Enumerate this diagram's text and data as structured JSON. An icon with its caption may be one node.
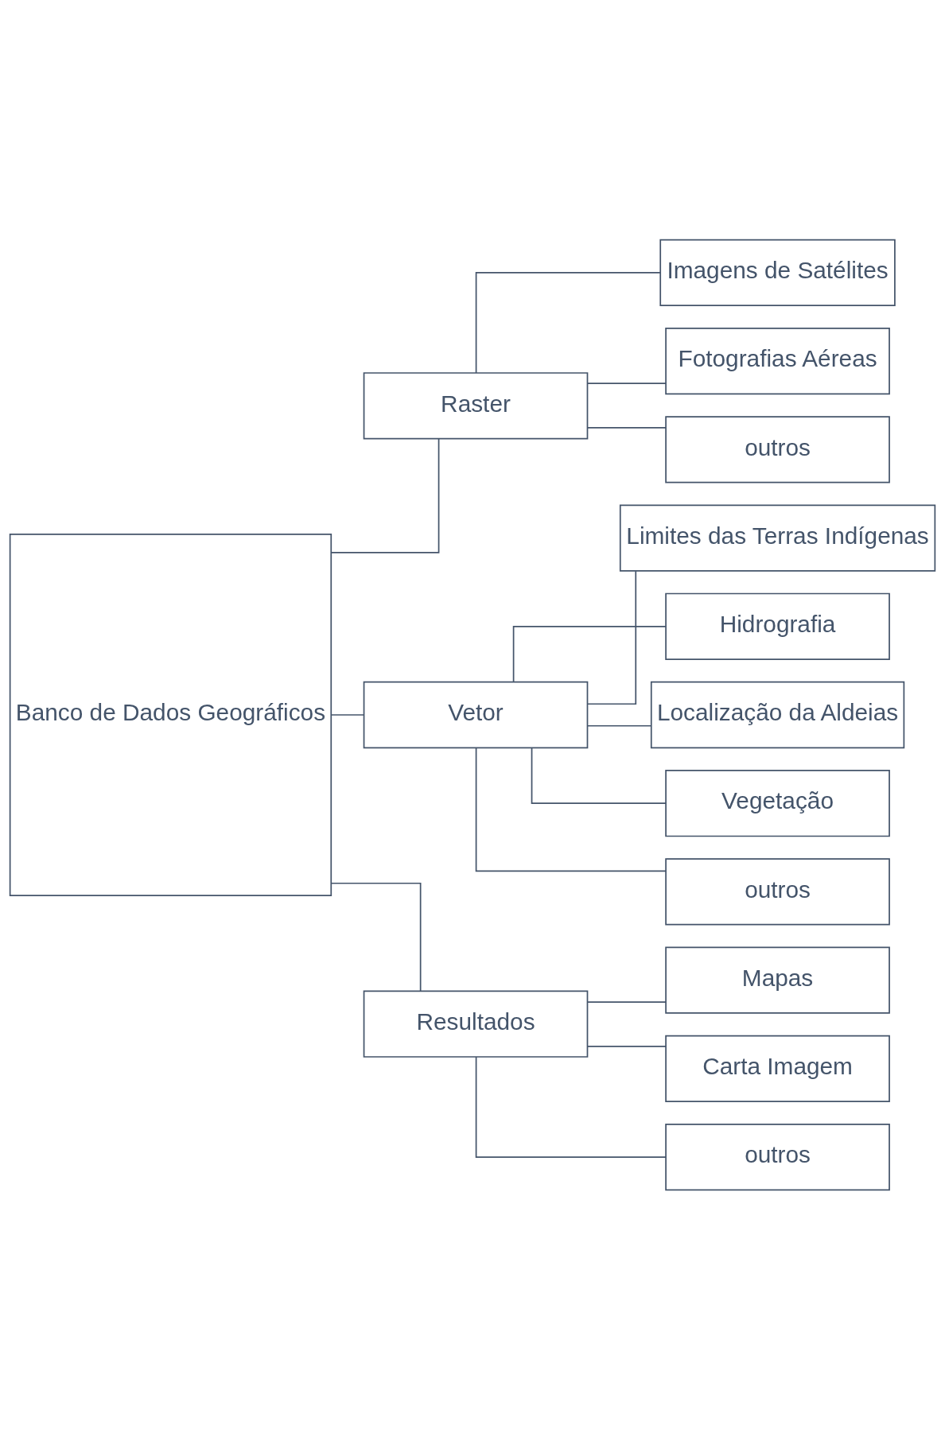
{
  "diagram": {
    "nodes": [
      {
        "text": [
          "Banco de Dados Geográficos"
        ]
      },
      {
        "text": [
          "Raster"
        ]
      },
      {
        "text": [
          "Imagens de Satélites"
        ]
      },
      {
        "text": [
          "Fotografias Aéreas"
        ]
      },
      {
        "text": [
          "outros"
        ]
      },
      {
        "text": [
          "Vetor"
        ]
      },
      {
        "text": [
          "Limites das Terras Indígenas"
        ]
      },
      {
        "text": [
          "Hidrografia"
        ]
      },
      {
        "text": [
          "Localização da Aldeias"
        ]
      },
      {
        "text": [
          "Vegetação"
        ]
      },
      {
        "text": [
          "outros"
        ]
      },
      {
        "text": [
          "Resultados"
        ]
      },
      {
        "text": [
          "Mapas"
        ]
      },
      {
        "text": [
          "Carta Imagem"
        ]
      },
      {
        "text": [
          "outros"
        ]
      }
    ],
    "edges": [
      {
        "from": 0,
        "to": 1,
        "arrow": "none"
      },
      {
        "from": 0,
        "to": 5,
        "arrow": "none"
      },
      {
        "from": 0,
        "to": 11,
        "arrow": "none"
      },
      {
        "from": 1,
        "to": 2,
        "arrow": "none"
      },
      {
        "from": 1,
        "to": 3,
        "arrow": "none"
      },
      {
        "from": 1,
        "to": 4,
        "arrow": "none"
      },
      {
        "from": 5,
        "to": 6,
        "arrow": "none"
      },
      {
        "from": 5,
        "to": 7,
        "arrow": "none"
      },
      {
        "from": 5,
        "to": 8,
        "arrow": "none"
      },
      {
        "from": 5,
        "to": 9,
        "arrow": "none"
      },
      {
        "from": 5,
        "to": 10,
        "arrow": "none"
      },
      {
        "from": 11,
        "to": 12,
        "arrow": "none"
      },
      {
        "from": 11,
        "to": 13,
        "arrow": "none"
      },
      {
        "from": 11,
        "to": 14,
        "arrow": "none"
      }
    ]
  }
}
